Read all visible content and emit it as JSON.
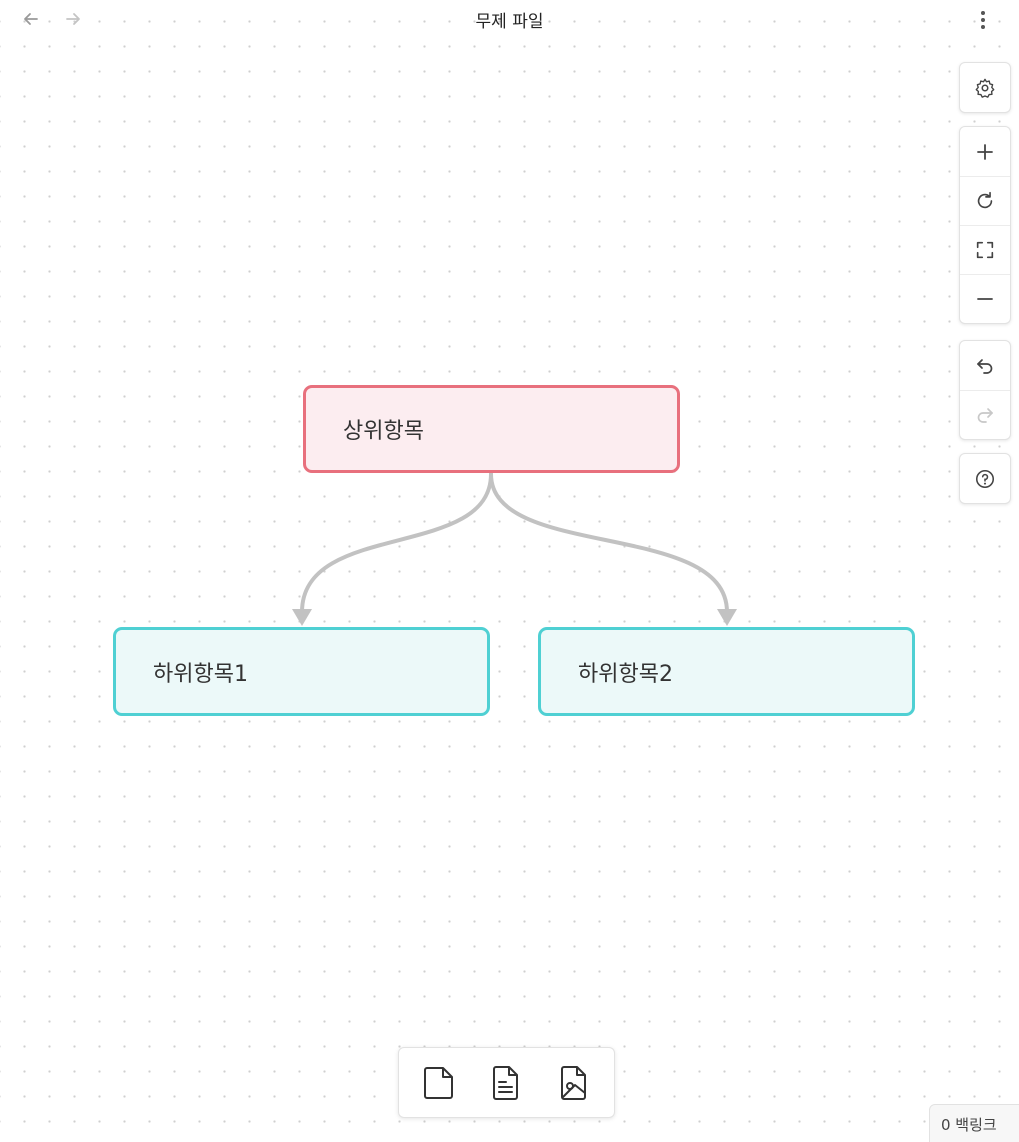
{
  "header": {
    "title": "무제 파일",
    "back_icon": "arrow-left-icon",
    "forward_icon": "arrow-right-icon",
    "more_icon": "more-vertical-icon"
  },
  "toolbar": {
    "settings": {
      "icon": "gear-icon"
    },
    "zoom": [
      {
        "icon": "plus-icon",
        "action": "zoom-in"
      },
      {
        "icon": "refresh-icon",
        "action": "reset-zoom"
      },
      {
        "icon": "fit-screen-icon",
        "action": "zoom-to-fit"
      },
      {
        "icon": "minus-icon",
        "action": "zoom-out"
      }
    ],
    "history": [
      {
        "icon": "undo-icon",
        "action": "undo"
      },
      {
        "icon": "redo-icon",
        "action": "redo",
        "disabled": true
      }
    ],
    "help": {
      "icon": "help-circle-icon"
    }
  },
  "canvas": {
    "nodes": [
      {
        "id": "parent",
        "label": "상위항목",
        "color": "#e8707d",
        "fill": "#fcedf0"
      },
      {
        "id": "child1",
        "label": "하위항목1",
        "color": "#4fd0d3",
        "fill": "#ecf9f9"
      },
      {
        "id": "child2",
        "label": "하위항목2",
        "color": "#4fd0d3",
        "fill": "#ecf9f9"
      }
    ],
    "edges": [
      {
        "from": "parent",
        "to": "child1"
      },
      {
        "from": "parent",
        "to": "child2"
      }
    ],
    "edge_color": "#c2c2c2"
  },
  "bottom_toolbar": [
    {
      "icon": "blank-card-icon"
    },
    {
      "icon": "note-card-icon"
    },
    {
      "icon": "media-card-icon"
    }
  ],
  "status": {
    "backlinks": "0 백링크"
  }
}
